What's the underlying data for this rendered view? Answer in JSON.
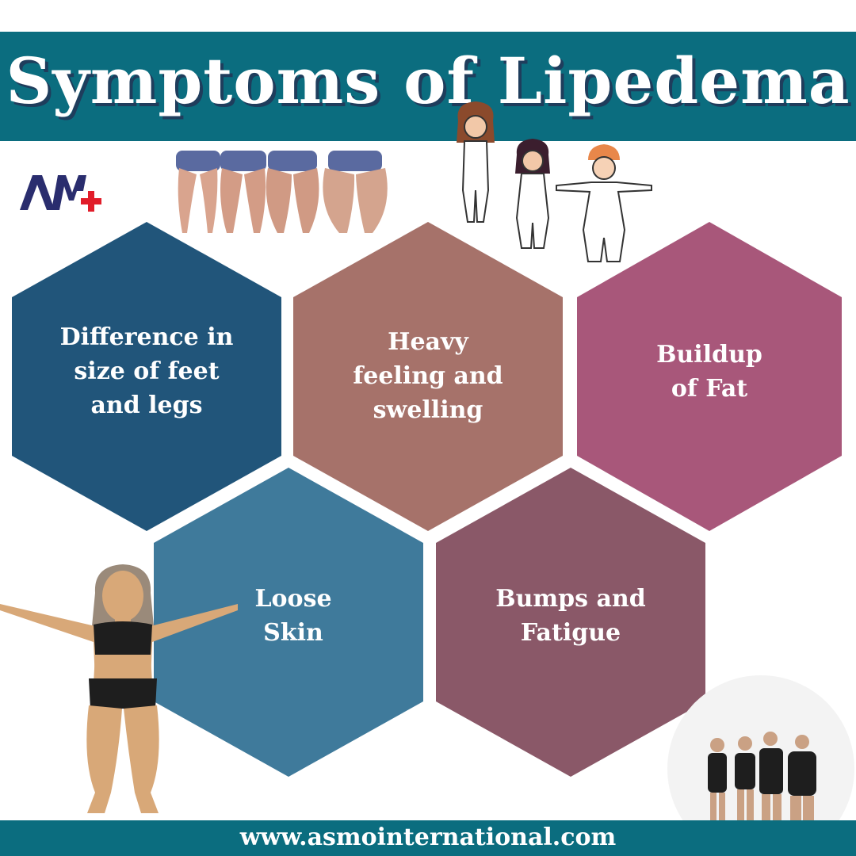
{
  "header": {
    "title": "Symptoms of Lipedema"
  },
  "logo": {
    "icon": "am-plus-logo",
    "accent": "#e11d2a",
    "primary": "#2a2d6e"
  },
  "symptoms": [
    {
      "label_lines": [
        "Difference in",
        "size of feet",
        "and legs"
      ],
      "color": "#21557a"
    },
    {
      "label_lines": [
        "Heavy",
        "feeling and",
        "swelling"
      ],
      "color": "#a6726a"
    },
    {
      "label_lines": [
        "Buildup",
        "of Fat"
      ],
      "color": "#a8577a"
    },
    {
      "label_lines": [
        "Loose",
        "Skin"
      ],
      "color": "#3f7a9b"
    },
    {
      "label_lines": [
        "Bumps and",
        "Fatigue"
      ],
      "color": "#8a5868"
    }
  ],
  "footer": {
    "website": "www.asmointernational.com"
  },
  "colors": {
    "brand_teal": "#0b6d7f",
    "title_shadow": "#1f3d5c"
  }
}
